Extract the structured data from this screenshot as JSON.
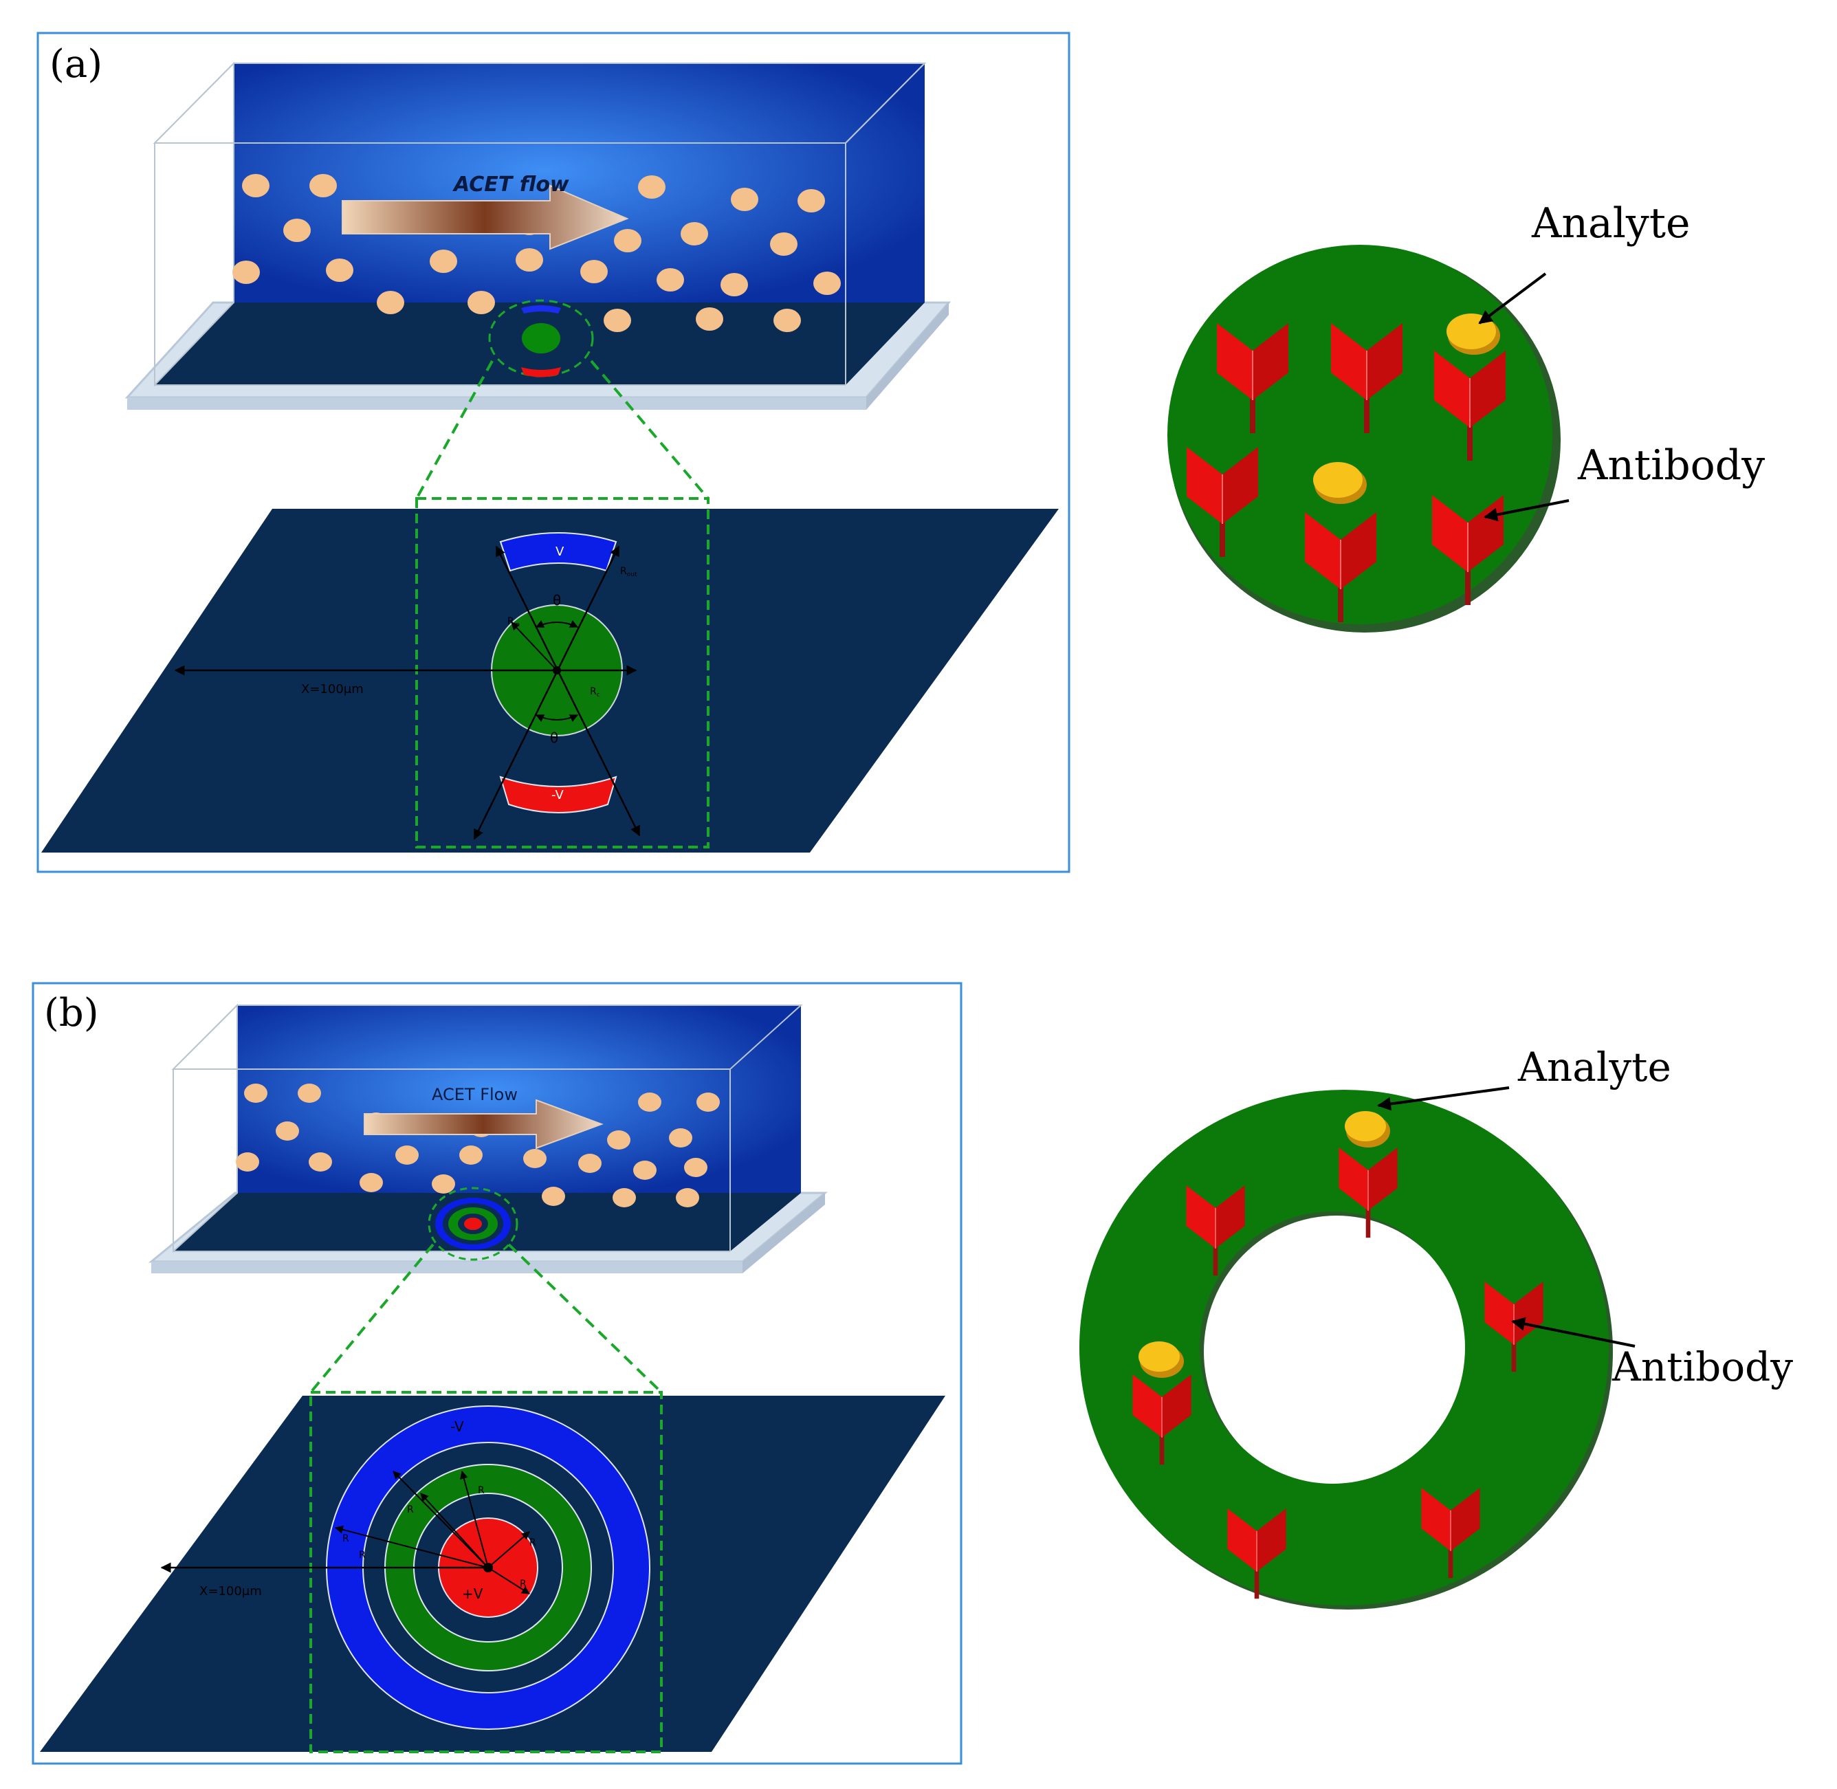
{
  "panel_a": {
    "label": "(a)",
    "flow_label": "ACET flow",
    "electrode_top": "V",
    "electrode_bottom": "-V",
    "distance": "X=100μm",
    "r_outer": "R",
    "r_outer_sub": "out",
    "r_inner": "R",
    "r_inner_sub": "in",
    "r_center": "R",
    "r_center_sub": "c",
    "angle_top": "θ",
    "angle_bottom": "θ",
    "analyte": "Analyte",
    "antibody": "Antibody"
  },
  "panel_b": {
    "label": "(b)",
    "flow_label": "ACET Flow",
    "electrode_outer": "-V",
    "electrode_center": "+V",
    "distance": "X=100μm",
    "r_labels": [
      "R",
      "R",
      "R",
      "R",
      "R",
      "R"
    ],
    "analyte": "Analyte",
    "antibody": "Antibody"
  },
  "colors": {
    "channel_blue": "#1a5cd8",
    "floor_navy": "#0a2c52",
    "electrode_blue": "#0a1ee8",
    "electrode_red": "#ee1111",
    "electrode_green": "#0a7a0a",
    "particle": "#f4c08c",
    "analyte_yellow": "#f7c21a",
    "frame": "#3a8fd8"
  }
}
